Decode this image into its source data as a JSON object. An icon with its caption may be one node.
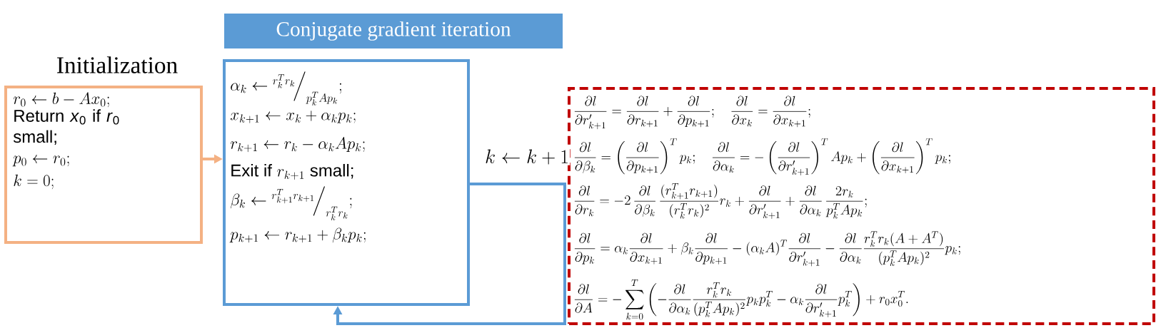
{
  "diagram": {
    "nodes": [
      {
        "text": [
          "Initialization",
          "r_0 \\leftarrow b - A x_0;",
          "Return *x*$_{0}$ if *r*$_{0}$ small;",
          "p_0 \\leftarrow r_0;",
          "k = 0;"
        ]
      },
      {
        "text": [
          "Conjugate gradient iteration"
        ]
      },
      {
        "text": [
          "\\alpha_k \\leftarrow {}^{r_k^T r_k}\\!\\Big/_{p_k^T A p_k};",
          "x_{k+1} \\leftarrow x_k + \\alpha_k p_k;",
          "r_{k+1} \\leftarrow r_k - \\alpha_k A p_k;",
          "\\text{Exit if } r_{k+1} \\text{ small;}",
          "\\beta_k \\leftarrow {}^{r_{k+1}^T r_{k+1}}\\!\\Big/_{r_k^T r_k};",
          "p_{k+1} \\leftarrow r_{k+1} + \\beta_k p_k;"
        ]
      },
      {
        "text": [
          "\\frac{\\partial l}{\\partial r'_{k+1}} = \\frac{\\partial l}{\\partial r_{k+1}} + \\frac{\\partial l}{\\partial p_{k+1}}; \\quad \\frac{\\partial l}{\\partial x_k} = \\frac{\\partial l}{\\partial x_{k+1}};",
          "\\frac{\\partial l}{\\partial \\beta_k} = \\left(\\frac{\\partial l}{\\partial p_{k+1}}\\right)^T p_k; \\quad \\frac{\\partial l}{\\partial \\alpha_k} = -\\left(\\frac{\\partial l}{\\partial r'_{k+1}}\\right)^T A p_k + \\left(\\frac{\\partial l}{\\partial x_{k+1}}\\right)^T p_k;",
          "\\frac{\\partial l}{\\partial r_k} = -2\\,\\frac{\\partial l}{\\partial \\beta_k}\\,\\frac{(r_{k+1}^T r_{k+1})}{(r_k^T r_k)^2} r_k + \\frac{\\partial l}{\\partial r'_{k+1}} + \\frac{\\partial l}{\\partial \\alpha_k}\\,\\frac{2 r_k}{p_k^T A p_k};",
          "\\frac{\\partial l}{\\partial p_k} = \\alpha_k \\frac{\\partial l}{\\partial x_{k+1}} + \\beta_k \\frac{\\partial l}{\\partial p_{k+1}} - (\\alpha_k A)^T \\frac{\\partial l}{\\partial r'_{k+1}} - \\frac{\\partial l}{\\partial \\alpha_k} \\frac{r_k^T r_k (A + A^T)}{(p_k^T A p_k)^2} p_k;",
          "\\frac{\\partial l}{\\partial A} = -\\sum_{k=0}^{T} \\left(-\\frac{\\partial l}{\\partial \\alpha_k} \\frac{r_k^T r_k}{(p_k^T A p_k)^2} p_k p_k^T - \\alpha_k \\frac{\\partial l}{\\partial r'_{k+1}} p_k^T\\right) + r_0 x_0^T."
        ]
      }
    ],
    "edges": [
      {
        "from": 0,
        "to": 2,
        "arrow": "to",
        "color": "#f4b183"
      },
      {
        "from": 2,
        "to": 2,
        "arrow": "to",
        "label": "k \\leftarrow k+1",
        "color": "#5b9bd5"
      }
    ]
  }
}
